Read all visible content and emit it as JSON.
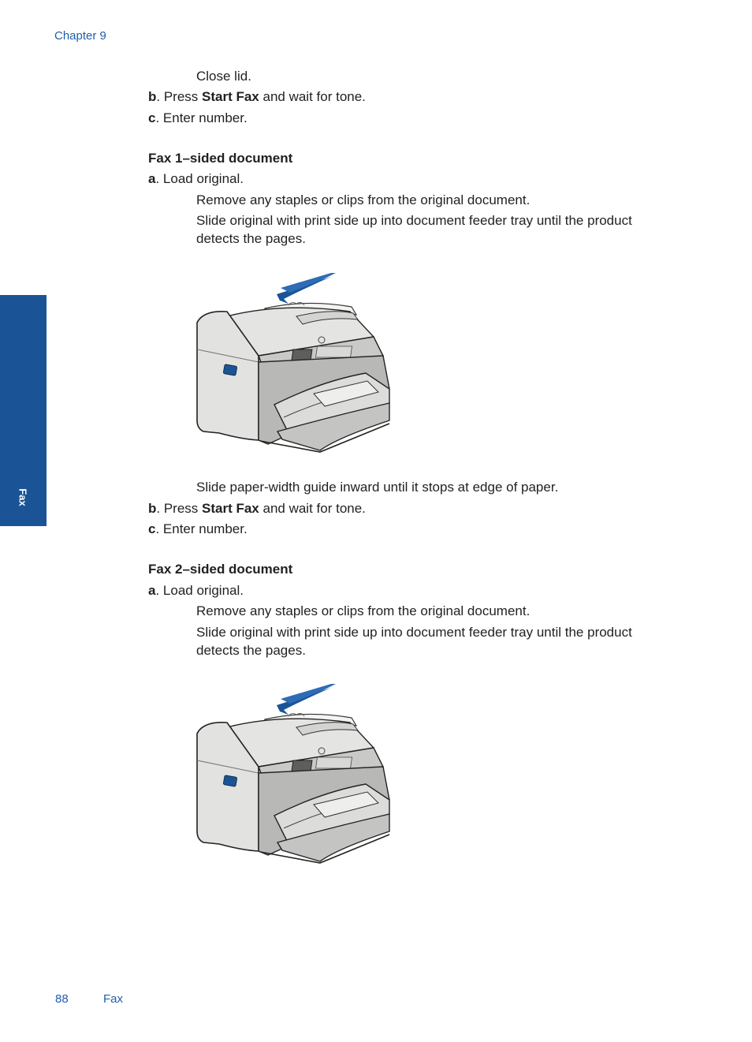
{
  "header": {
    "chapter": "Chapter 9"
  },
  "side_tab": {
    "label": "Fax"
  },
  "section1": {
    "intro_line": "Close lid.",
    "step_b": {
      "letter": "b",
      "prefix": ". Press ",
      "bold": "Start Fax",
      "suffix": " and wait for tone."
    },
    "step_c": {
      "letter": "c",
      "text": ". Enter number."
    }
  },
  "section2": {
    "heading": "Fax 1–sided document",
    "step_a": {
      "letter": "a",
      "text": ". Load original."
    },
    "sub1": "Remove any staples or clips from the original document.",
    "sub2_line1": "Slide original with print side up into document feeder tray until the product",
    "sub2_line2": "detects the pages.",
    "after_image": "Slide paper-width guide inward until it stops at edge of paper.",
    "step_b": {
      "letter": "b",
      "prefix": ". Press ",
      "bold": "Start Fax",
      "suffix": " and wait for tone."
    },
    "step_c": {
      "letter": "c",
      "text": ". Enter number."
    }
  },
  "section3": {
    "heading": "Fax 2–sided document",
    "step_a": {
      "letter": "a",
      "text": ". Load original."
    },
    "sub1": "Remove any staples or clips from the original document.",
    "sub2_line1": "Slide original with print side up into document feeder tray until the product",
    "sub2_line2": "detects the pages."
  },
  "footer": {
    "page_number": "88",
    "section": "Fax"
  },
  "colors": {
    "accent_blue": "#1a5496",
    "link_blue": "#1f5fa8",
    "text": "#231f20"
  }
}
